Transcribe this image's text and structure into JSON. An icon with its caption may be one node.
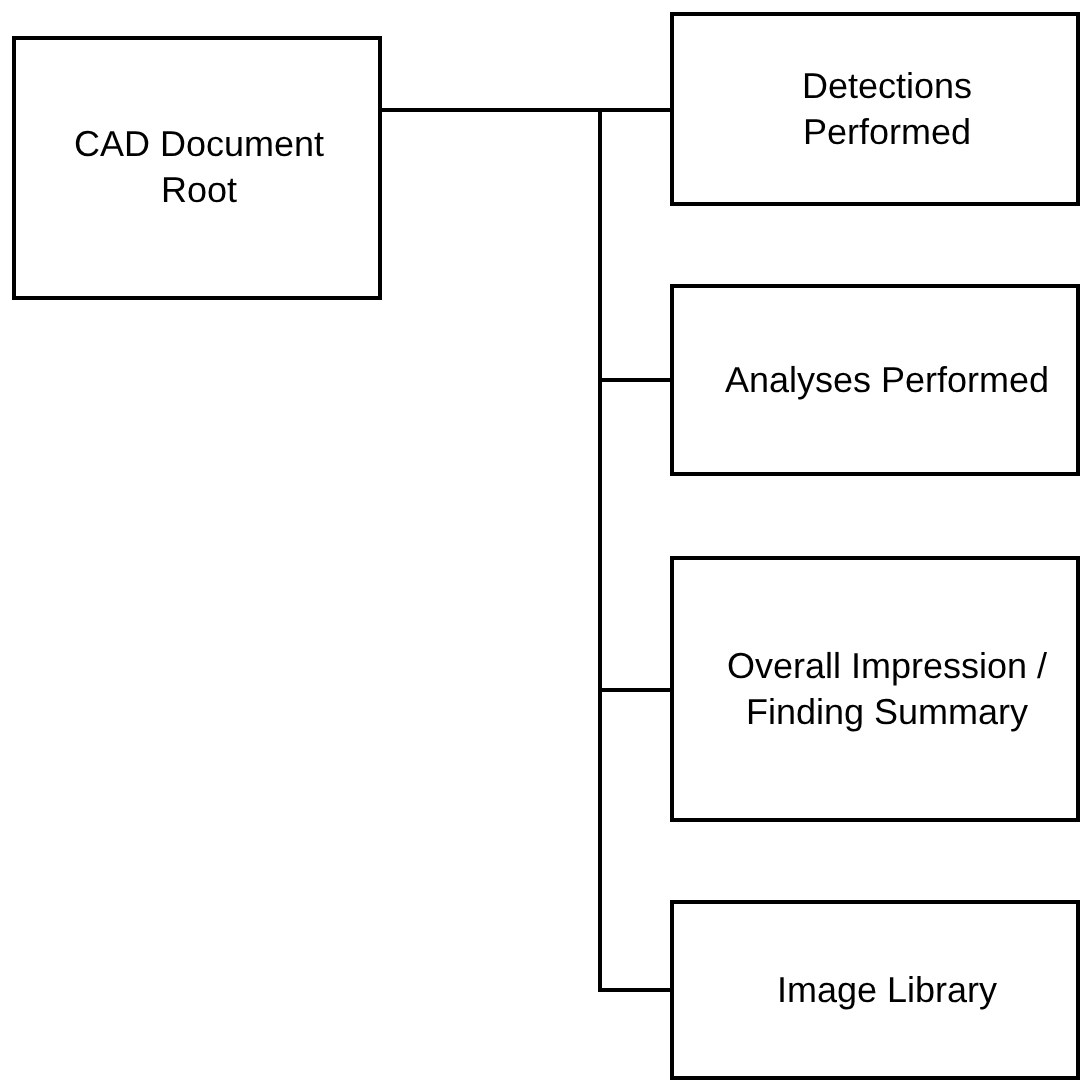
{
  "diagram": {
    "nodes": [
      {
        "text": [
          "CAD Document Root"
        ]
      },
      {
        "text": [
          "Detections Performed"
        ]
      },
      {
        "text": [
          "Analyses Performed"
        ]
      },
      {
        "text": [
          "Overall Impression / Finding Summary"
        ]
      },
      {
        "text": [
          "Image Library"
        ]
      }
    ],
    "edges": [
      {
        "from": 0,
        "to": 1,
        "arrow": "none"
      },
      {
        "from": 0,
        "to": 2,
        "arrow": "none"
      },
      {
        "from": 0,
        "to": 3,
        "arrow": "none"
      },
      {
        "from": 0,
        "to": 4,
        "arrow": "none"
      }
    ]
  }
}
